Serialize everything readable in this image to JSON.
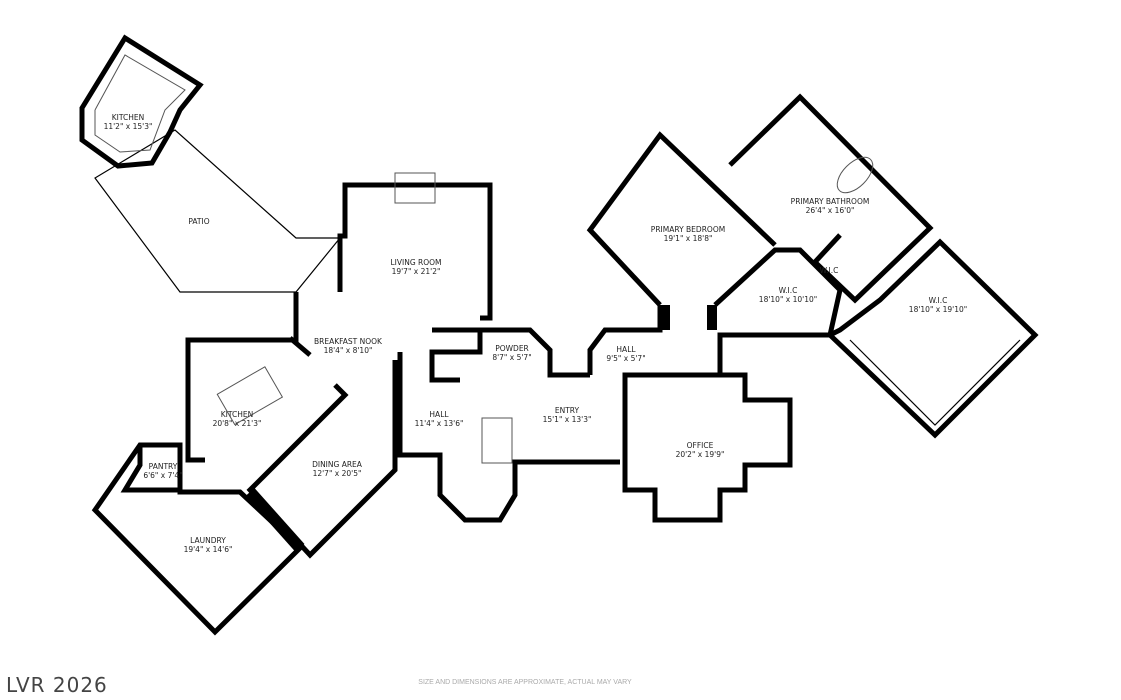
{
  "rooms": [
    {
      "name": "KITCHEN",
      "dim": "11'2\" x 15'3\""
    },
    {
      "name": "PATIO",
      "dim": ""
    },
    {
      "name": "LIVING ROOM",
      "dim": "19'7\" x 21'2\""
    },
    {
      "name": "BREAKFAST NOOK",
      "dim": "18'4\" x 8'10\""
    },
    {
      "name": "KITCHEN",
      "dim": "20'8\" x 21'3\""
    },
    {
      "name": "PANTRY",
      "dim": "6'6\" x 7'4\""
    },
    {
      "name": "LAUNDRY",
      "dim": "19'4\" x 14'6\""
    },
    {
      "name": "DINING AREA",
      "dim": "12'7\" x 20'5\""
    },
    {
      "name": "HALL",
      "dim": "11'4\" x 13'6\""
    },
    {
      "name": "POWDER",
      "dim": "8'7\" x 5'7\""
    },
    {
      "name": "ENTRY",
      "dim": "15'1\" x 13'3\""
    },
    {
      "name": "HALL",
      "dim": "9'5\" x 5'7\""
    },
    {
      "name": "OFFICE",
      "dim": "20'2\" x 19'9\""
    },
    {
      "name": "PRIMARY BEDROOM",
      "dim": "19'1\" x 18'8\""
    },
    {
      "name": "PRIMARY BATHROOM",
      "dim": "26'4\" x 16'0\""
    },
    {
      "name": "W.I.C",
      "dim": ""
    },
    {
      "name": "W.I.C",
      "dim": "18'10\" x 10'10\""
    },
    {
      "name": "W.I.C",
      "dim": "18'10\" x 19'10\""
    }
  ],
  "watermark": "LVR 2026",
  "disclaimer": "SIZE AND DIMENSIONS ARE APPROXIMATE, ACTUAL MAY VARY"
}
